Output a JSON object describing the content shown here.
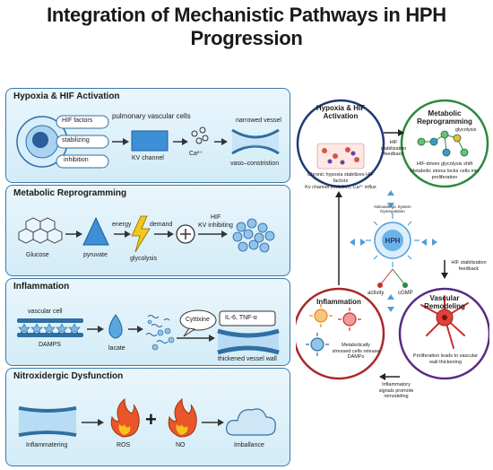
{
  "title": "Integration of Mechanistic Pathways in HPH Progression",
  "left_panels": {
    "hypoxia": {
      "title": "Hypoxia & HIF Activation",
      "pills": [
        "HIF factors",
        "stabilizing",
        "inhibition"
      ],
      "pulmonary": "pulmonary vascular cells",
      "kv": "KV channel",
      "ca": "Ca²⁺",
      "narrowed": "narrowed vessel",
      "vaso": "vaso–constristion"
    },
    "metabolic": {
      "title": "Metabolic Reprogramming",
      "glucose": "Glucose",
      "pyruvate": "pyruvate",
      "energy": "energy",
      "glycolysis": "glycolysis",
      "demand": "demand",
      "hif": "HIF",
      "kv_inhibiting": "KV inhibiting"
    },
    "inflammation": {
      "title": "Inflammation",
      "vascular_cell": "vascular cell",
      "damps": "DAMPS",
      "lacate": "lacate",
      "cyttixine": "Cyttixine",
      "il6": "IL-6, TNF-α",
      "thickened": "thickened vessel wall"
    },
    "nitro": {
      "title": "Nitroxidergic Dysfunction",
      "inflam": "Inflammatering",
      "ros": "ROS",
      "plus": "+",
      "no": "NO",
      "imbalance": "Imballance"
    }
  },
  "right_cycle": {
    "hypoxia": {
      "title": "Hypoxia & HIF Activation",
      "text1": "Chronic hypoxia stabilizes HIF factors",
      "text2": "Kv channel inhibition, Ca²⁺ influx"
    },
    "metabolic": {
      "title": "Metabolic Reprogramming",
      "glyco": "glycolysis",
      "text1": "HIF-driven glycolysis shift",
      "text2": "Metabolic stress locks cells into proliferation"
    },
    "vascular": {
      "title": "Vascular Remodeling",
      "text": "Proliferation leads to vascular wall thickening"
    },
    "inflammation": {
      "title": "Inflammation",
      "text": "Metabolically stressed cells release DAMPs"
    },
    "center": {
      "label": "Nitroxidergic System Dysregulation",
      "hph": "HPH",
      "activity": "activity",
      "cgmp": "cGMP"
    },
    "arrows": {
      "top": "HIF stabilization feedback",
      "right": "HIF stabilization feedback",
      "bottom": "Inflammatory signals promote remodeling"
    }
  }
}
